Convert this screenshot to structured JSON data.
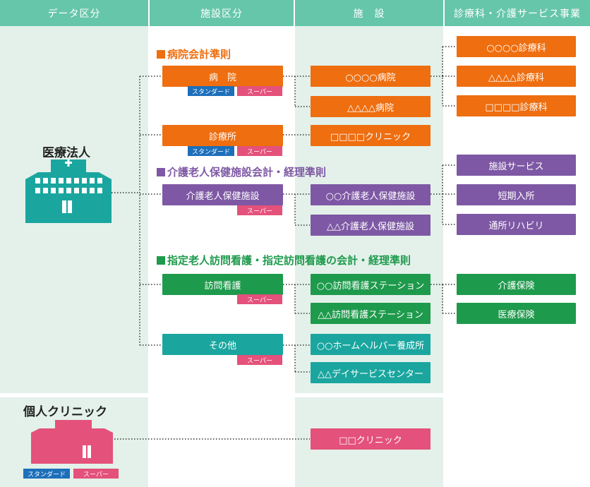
{
  "headers": [
    "データ区分",
    "施設区分",
    "施　設",
    "診療科・介護サービス事業"
  ],
  "entities": {
    "medical_corp": {
      "label": "医療法人",
      "icon": "hospital-building-icon",
      "color": "#1aa69f"
    },
    "personal_clinic": {
      "label": "個人クリニック",
      "icon": "clinic-building-icon",
      "color": "#e4517a"
    }
  },
  "sections": {
    "hospital": {
      "title": "病院会計準則",
      "color": "#ee6e10"
    },
    "care": {
      "title": "介護老人保健施設会計・経理準則",
      "color": "#7e58a4"
    },
    "visit": {
      "title": "指定老人訪問看護・指定訪問看護の会計・経理準則",
      "color": "#1e9a4c"
    }
  },
  "tags": {
    "standard": "スタンダード",
    "super": "スーパー"
  },
  "categories": {
    "hospital": "病　院",
    "clinic": "診療所",
    "care": "介護老人保健施設",
    "visit": "訪問看護",
    "other": "その他"
  },
  "facilities": {
    "hosp1": "○○○○病院",
    "hosp2": "△△△△病院",
    "clinic1": "□□□□クリニック",
    "care1": "○○介護老人保健施設",
    "care2": "△△介護老人保健施設",
    "visit1": "○○訪問看護ステーション",
    "visit2": "△△訪問看護ステーション",
    "other1": "○○ホームヘルパー養成所",
    "other2": "△△デイサービスセンター",
    "personal1": "□□クリニック"
  },
  "services": {
    "dept1": "○○○○診療科",
    "dept2": "△△△△診療科",
    "dept3": "□□□□診療科",
    "care_svc1": "施設サービス",
    "care_svc2": "短期入所",
    "care_svc3": "通所リハビリ",
    "visit_svc1": "介護保険",
    "visit_svc2": "医療保険"
  },
  "colors": {
    "header": "#66c6a9",
    "column_bg": "#e3f1ea",
    "orange": "#ee6e10",
    "purple": "#7e58a4",
    "green": "#1e9a4c",
    "teal": "#1aa69f",
    "pink": "#e4517a",
    "blue": "#1d6fba"
  }
}
